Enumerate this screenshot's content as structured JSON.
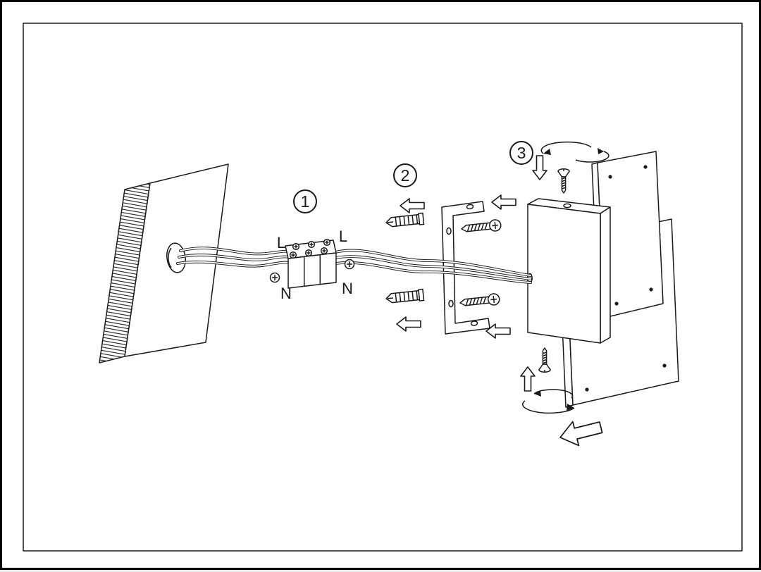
{
  "colors": {
    "background": "#ffffff",
    "line": "#1a1a1a"
  },
  "diagram": {
    "steps": {
      "one": "1",
      "two": "2",
      "three": "3"
    },
    "wiring_labels": {
      "live_left": "L",
      "live_right": "L",
      "neutral_left": "N",
      "neutral_right": "N"
    }
  }
}
